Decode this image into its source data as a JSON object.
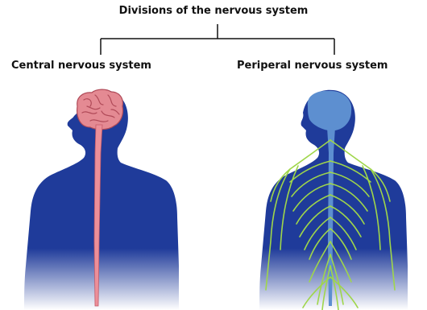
{
  "title": "Divisions of the nervous system",
  "central": {
    "label": "Central nervous system"
  },
  "peripheral": {
    "label": "Periperal nervous system"
  },
  "colors": {
    "body": "#1f3b9a",
    "body_fade": "#ffffff",
    "brain": "#e48a93",
    "brain_fold": "#b04a58",
    "spinal_cord": "#ec8f99",
    "peripheral_nerves": "#9fd64a",
    "peripheral_cns": "#5d8fd0",
    "connector": "#111111"
  }
}
